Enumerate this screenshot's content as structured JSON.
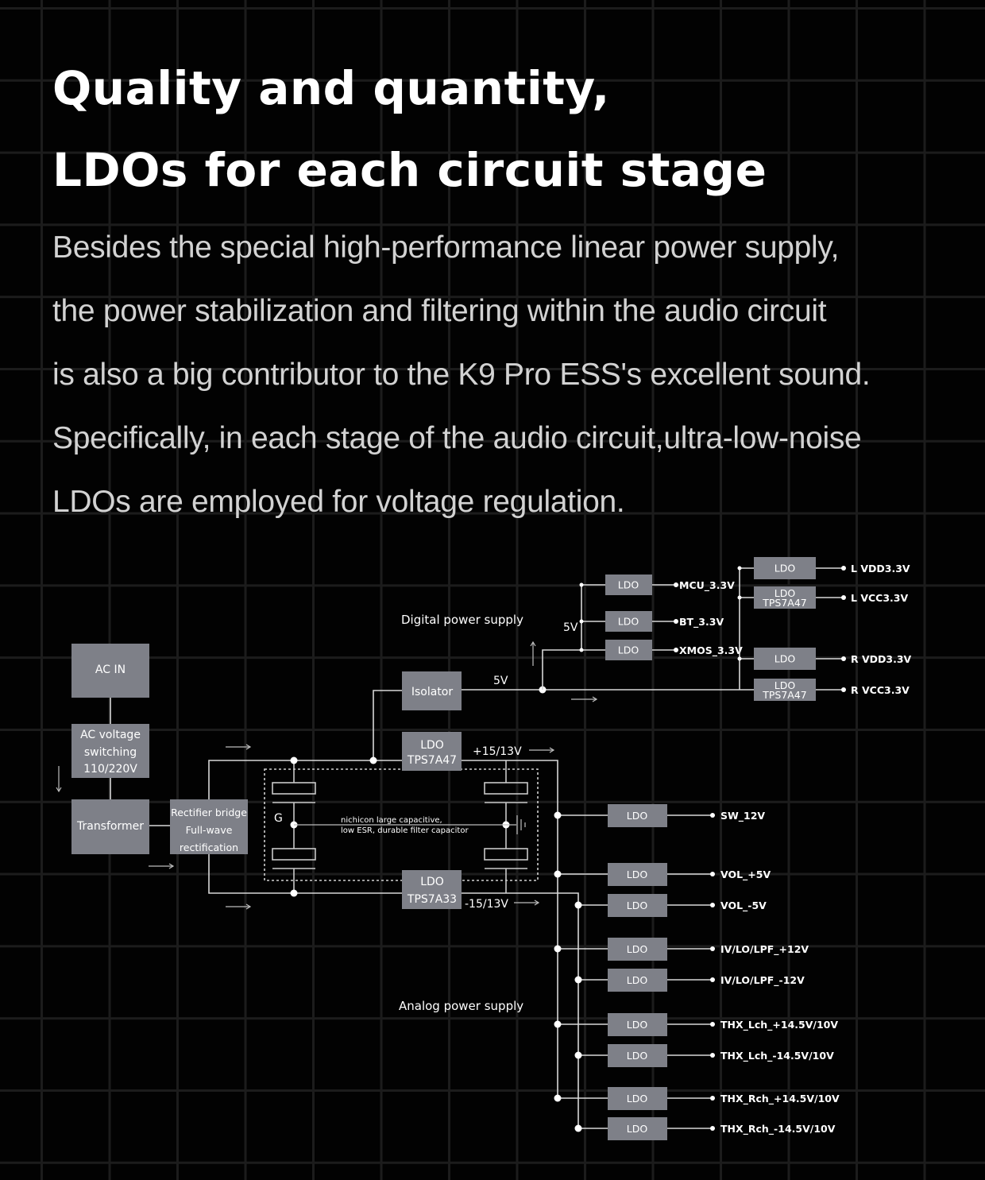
{
  "headline": {
    "line1": "Quality and quantity,",
    "line2": "LDOs for each circuit stage"
  },
  "body": {
    "lines": [
      "Besides the special high-performance linear power supply,",
      "the power stabilization and filtering within the audio circuit",
      "is also a big contributor to the K9 Pro ESS's excellent sound.",
      "Specifically, in each stage of the audio circuit,ultra-low-noise",
      "LDOs are employed for voltage regulation."
    ]
  },
  "diagram": {
    "colors": {
      "box": "#7e8088",
      "wire": "#d8d8d8",
      "background": "#020202",
      "grid": "#1c1c1c"
    },
    "section_labels": {
      "digital": "Digital power supply",
      "analog": "Analog power supply"
    },
    "input_chain": {
      "ac_in": "AC IN",
      "ac_switch": [
        "AC voltage",
        "switching",
        "110/220V"
      ],
      "transformer": "Transformer",
      "rectifier": [
        "Rectifier bridge",
        "Full-wave",
        "rectification"
      ]
    },
    "filter": {
      "ground_label": "G",
      "capacitor_note": [
        "nichicon large capacitive,",
        "low ESR, durable filter capacitor"
      ]
    },
    "isolator": {
      "label": "Isolator",
      "output": "5V"
    },
    "main_ldos": {
      "positive": {
        "line1": "LDO",
        "line2": "TPS7A47",
        "output": "+15/13V"
      },
      "negative": {
        "line1": "LDO",
        "line2": "TPS7A33",
        "output": "-15/13V"
      }
    },
    "digital_bus_label": "5V",
    "digital_ldos": [
      {
        "label": "LDO",
        "output": "MCU_3.3V"
      },
      {
        "label": "LDO",
        "output": "BT_3.3V"
      },
      {
        "label": "LDO",
        "output": "XMOS_3.3V"
      }
    ],
    "channel_ldos": [
      {
        "line1": "LDO",
        "line2": "",
        "output": "L VDD3.3V"
      },
      {
        "line1": "LDO",
        "line2": "TPS7A47",
        "output": "L VCC3.3V"
      },
      {
        "line1": "LDO",
        "line2": "",
        "output": "R VDD3.3V"
      },
      {
        "line1": "LDO",
        "line2": "TPS7A47",
        "output": "R VCC3.3V"
      }
    ],
    "analog_ldos": [
      {
        "label": "LDO",
        "output": "SW_12V",
        "rail": "positive"
      },
      {
        "label": "LDO",
        "output": "VOL_+5V",
        "rail": "positive"
      },
      {
        "label": "LDO",
        "output": "VOL_-5V",
        "rail": "negative"
      },
      {
        "label": "LDO",
        "output": "IV/LO/LPF_+12V",
        "rail": "positive"
      },
      {
        "label": "LDO",
        "output": "IV/LO/LPF_-12V",
        "rail": "negative"
      },
      {
        "label": "LDO",
        "output": "THX_Lch_+14.5V/10V",
        "rail": "positive"
      },
      {
        "label": "LDO",
        "output": "THX_Lch_-14.5V/10V",
        "rail": "negative"
      },
      {
        "label": "LDO",
        "output": "THX_Rch_+14.5V/10V",
        "rail": "positive"
      },
      {
        "label": "LDO",
        "output": "THX_Rch_-14.5V/10V",
        "rail": "negative"
      }
    ]
  }
}
